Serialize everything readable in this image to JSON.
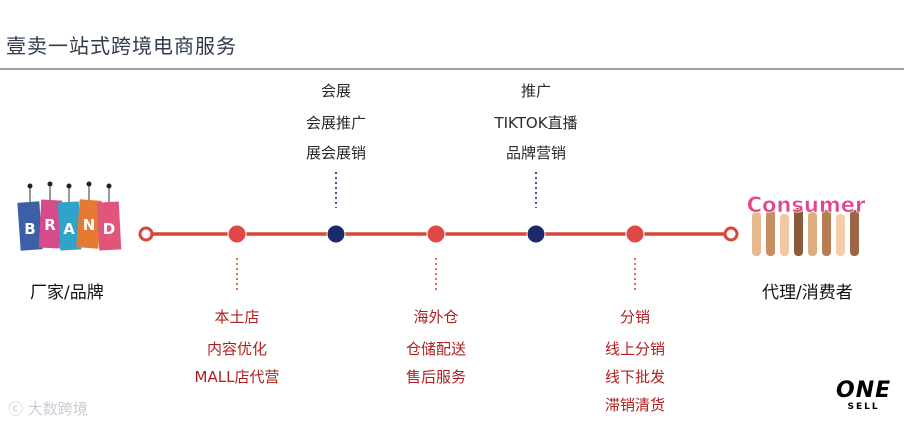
{
  "header": {
    "title": "壹卖一站式跨境电商服务"
  },
  "endpoints": {
    "left": {
      "label": "厂家/品牌",
      "image_text": "BRAND"
    },
    "right": {
      "label": "代理/消费者",
      "image_text": "Consumer"
    }
  },
  "nodes": [
    {
      "position": "below",
      "color": "#e04848",
      "lines": [
        "本土店",
        "内容优化",
        "MALL店代营"
      ]
    },
    {
      "position": "above",
      "color": "#1b2a6b",
      "lines": [
        "会展",
        "会展推广",
        "展会展销"
      ]
    },
    {
      "position": "below",
      "color": "#e04848",
      "lines": [
        "海外仓",
        "仓储配送",
        "售后服务"
      ]
    },
    {
      "position": "above",
      "color": "#1b2a6b",
      "lines": [
        "推广",
        "TIKTOK直播",
        "品牌营销"
      ]
    },
    {
      "position": "below",
      "color": "#e04848",
      "lines": [
        "分销",
        "线上分销",
        "线下批发",
        "滞销清货"
      ]
    }
  ],
  "colors": {
    "line": "#d9473c",
    "label_red": "#b21e1e"
  },
  "watermark": "大数跨境",
  "logo": {
    "main": "ONE",
    "sub": "SELL"
  }
}
